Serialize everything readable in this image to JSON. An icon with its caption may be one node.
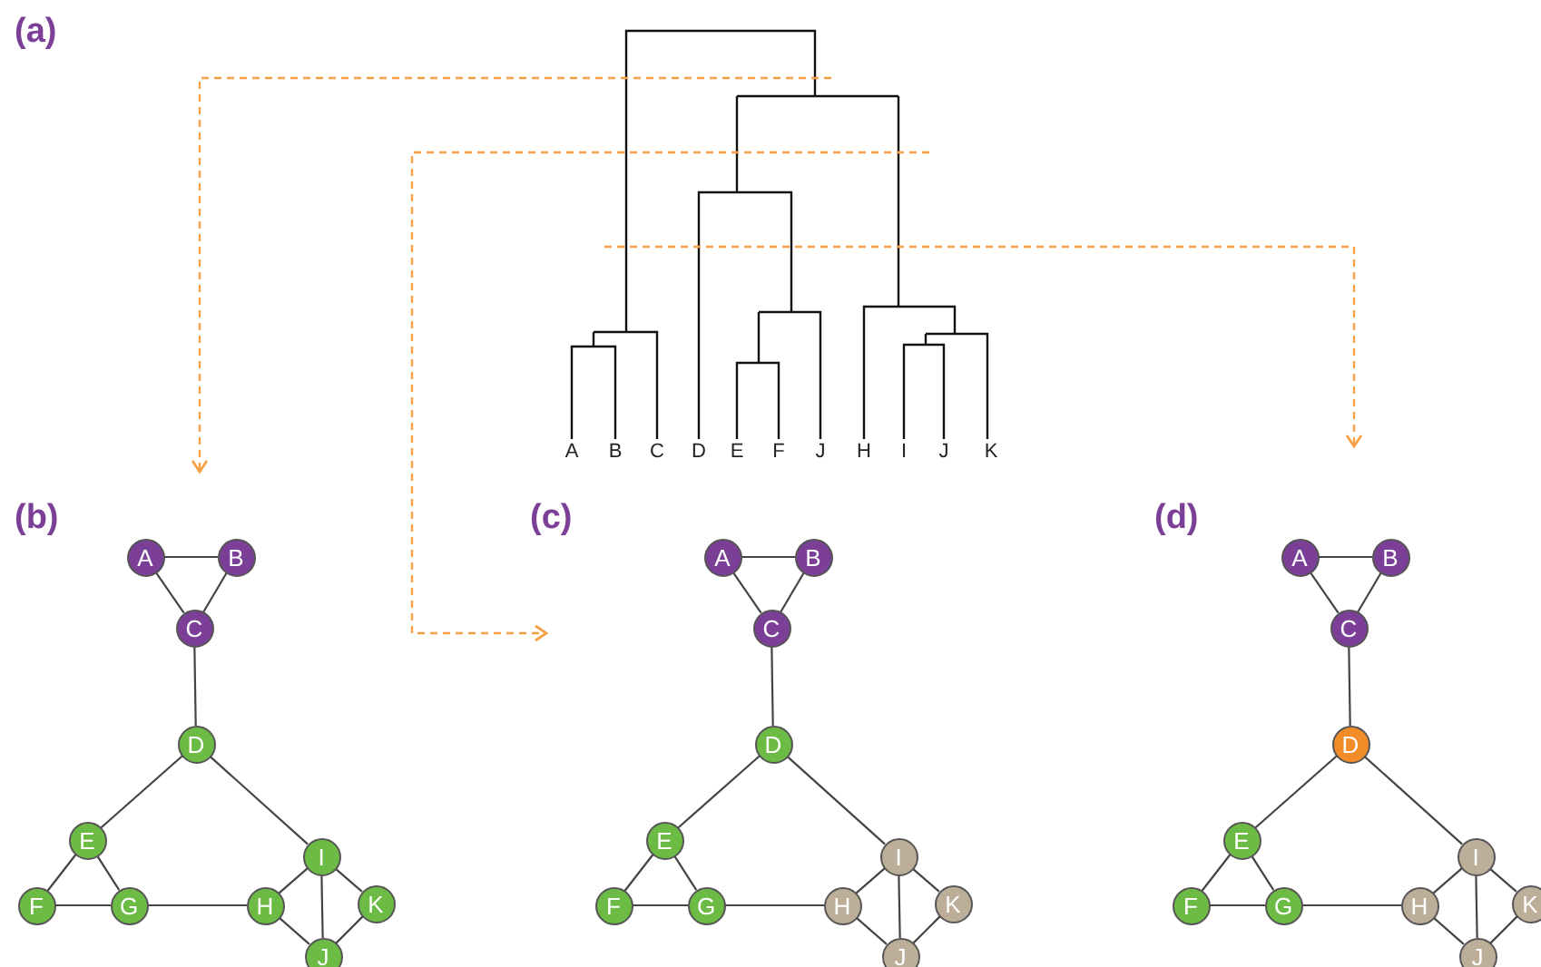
{
  "diagram": {
    "nodes": [
      {
        "text": [
          "A"
        ]
      },
      {
        "text": [
          "B"
        ]
      },
      {
        "text": [
          "C"
        ]
      },
      {
        "text": [
          "D"
        ]
      },
      {
        "text": [
          "E"
        ]
      },
      {
        "text": [
          "I"
        ]
      },
      {
        "text": [
          "F"
        ]
      },
      {
        "text": [
          "G"
        ]
      },
      {
        "text": [
          "H"
        ]
      },
      {
        "text": [
          "K"
        ]
      },
      {
        "text": [
          "J"
        ]
      },
      {
        "text": [
          "A"
        ]
      },
      {
        "text": [
          "B"
        ]
      },
      {
        "text": [
          "C"
        ]
      },
      {
        "text": [
          "D"
        ]
      },
      {
        "text": [
          "E"
        ]
      },
      {
        "text": [
          "I"
        ]
      },
      {
        "text": [
          "F"
        ]
      },
      {
        "text": [
          "G"
        ]
      },
      {
        "text": [
          "H"
        ]
      },
      {
        "text": [
          "K"
        ]
      },
      {
        "text": [
          "J"
        ]
      },
      {
        "text": [
          "A"
        ]
      },
      {
        "text": [
          "B"
        ]
      },
      {
        "text": [
          "C"
        ]
      },
      {
        "text": [
          "D"
        ]
      },
      {
        "text": [
          "E"
        ]
      },
      {
        "text": [
          "I"
        ]
      },
      {
        "text": [
          "F"
        ]
      },
      {
        "text": [
          "G"
        ]
      },
      {
        "text": [
          "H"
        ]
      },
      {
        "text": [
          "K"
        ]
      },
      {
        "text": [
          "J"
        ]
      }
    ],
    "edges": [
      {
        "from": 0,
        "to": 1,
        "arrow": "none"
      },
      {
        "from": 0,
        "to": 2,
        "arrow": "none"
      },
      {
        "from": 1,
        "to": 2,
        "arrow": "none"
      },
      {
        "from": 2,
        "to": 3,
        "arrow": "none"
      },
      {
        "from": 3,
        "to": 4,
        "arrow": "none"
      },
      {
        "from": 3,
        "to": 5,
        "arrow": "none"
      },
      {
        "from": 4,
        "to": 6,
        "arrow": "none"
      },
      {
        "from": 4,
        "to": 7,
        "arrow": "none"
      },
      {
        "from": 6,
        "to": 7,
        "arrow": "none"
      },
      {
        "from": 7,
        "to": 8,
        "arrow": "none"
      },
      {
        "from": 8,
        "to": 5,
        "arrow": "none"
      },
      {
        "from": 8,
        "to": 10,
        "arrow": "none"
      },
      {
        "from": 5,
        "to": 10,
        "arrow": "none"
      },
      {
        "from": 5,
        "to": 9,
        "arrow": "none"
      },
      {
        "from": 9,
        "to": 10,
        "arrow": "none"
      },
      {
        "from": 11,
        "to": 12,
        "arrow": "none"
      },
      {
        "from": 11,
        "to": 13,
        "arrow": "none"
      },
      {
        "from": 12,
        "to": 13,
        "arrow": "none"
      },
      {
        "from": 13,
        "to": 14,
        "arrow": "none"
      },
      {
        "from": 14,
        "to": 15,
        "arrow": "none"
      },
      {
        "from": 14,
        "to": 16,
        "arrow": "none"
      },
      {
        "from": 15,
        "to": 17,
        "arrow": "none"
      },
      {
        "from": 15,
        "to": 18,
        "arrow": "none"
      },
      {
        "from": 17,
        "to": 18,
        "arrow": "none"
      },
      {
        "from": 18,
        "to": 19,
        "arrow": "none"
      },
      {
        "from": 19,
        "to": 16,
        "arrow": "none"
      },
      {
        "from": 19,
        "to": 21,
        "arrow": "none"
      },
      {
        "from": 16,
        "to": 21,
        "arrow": "none"
      },
      {
        "from": 16,
        "to": 20,
        "arrow": "none"
      },
      {
        "from": 20,
        "to": 21,
        "arrow": "none"
      },
      {
        "from": 22,
        "to": 23,
        "arrow": "none"
      },
      {
        "from": 22,
        "to": 24,
        "arrow": "none"
      },
      {
        "from": 23,
        "to": 24,
        "arrow": "none"
      },
      {
        "from": 24,
        "to": 25,
        "arrow": "none"
      },
      {
        "from": 25,
        "to": 26,
        "arrow": "none"
      },
      {
        "from": 25,
        "to": 27,
        "arrow": "none"
      },
      {
        "from": 26,
        "to": 28,
        "arrow": "none"
      },
      {
        "from": 26,
        "to": 29,
        "arrow": "none"
      },
      {
        "from": 28,
        "to": 29,
        "arrow": "none"
      },
      {
        "from": 29,
        "to": 30,
        "arrow": "none"
      },
      {
        "from": 30,
        "to": 27,
        "arrow": "none"
      },
      {
        "from": 30,
        "to": 32,
        "arrow": "none"
      },
      {
        "from": 27,
        "to": 32,
        "arrow": "none"
      },
      {
        "from": 27,
        "to": 31,
        "arrow": "none"
      },
      {
        "from": 31,
        "to": 32,
        "arrow": "none"
      }
    ],
    "labels": [
      "(a)",
      "A",
      "B",
      "C",
      "D",
      "E",
      "F",
      "J",
      "H",
      "I",
      "J",
      "K",
      "(b)",
      "(c)",
      "(d)"
    ]
  }
}
